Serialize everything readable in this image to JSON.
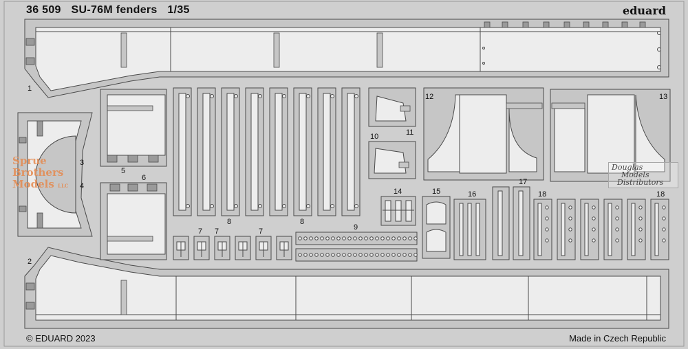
{
  "header": {
    "catalog_number": "36 509",
    "title": "SU-76M fenders",
    "scale": "1/35",
    "brand": "eduard"
  },
  "footer": {
    "copyright": "© EDUARD 2023",
    "origin": "Made in Czech Republic"
  },
  "part_numbers": [
    "1",
    "2",
    "3",
    "4",
    "5",
    "6",
    "7",
    "7",
    "7",
    "8",
    "8",
    "9",
    "10",
    "11",
    "12",
    "13",
    "14",
    "15",
    "16",
    "17",
    "18",
    "18"
  ],
  "watermarks": {
    "sprue_brothers": [
      "Sprue",
      "Brothers",
      "Models"
    ],
    "sprue_brothers_suffix": "LLC",
    "douglas": [
      "Douglas",
      "Models",
      "Distributors"
    ]
  },
  "colors": {
    "fret": "#cfcfcf",
    "part_fill": "#c4c4c4",
    "etch_dark": "#8f8f8f",
    "cutout": "#e6e6e6"
  }
}
